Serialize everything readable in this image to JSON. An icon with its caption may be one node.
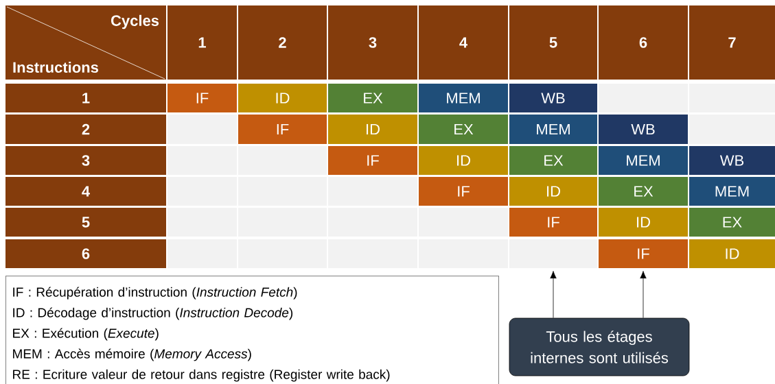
{
  "diagram": {
    "nodes": [
      {
        "text": [],
        "shape": "box"
      },
      {
        "text": [
          "IF"
        ]
      },
      {
        "text": [
          "IF : Récupération d’instruction (*Instruction Fetch*)",
          "ID : Décodage d’instruction (*Instruction Decode*)",
          "EX : Exécution (*Execute*)",
          "MEM : Accès mémoire (*Memory Access*)",
          "RE : Ecriture valeur de retour dans registre (Register write back)"
        ]
      },
      {
        "text": [
          "Tous les étages internes sont utilisés"
        ]
      }
    ],
    "edges": [
      {
        "from": 3,
        "to": 0,
        "arrow": "to"
      },
      {
        "from": 3,
        "to": 1,
        "arrow": "to"
      }
    ],
    "labels": [
      "Cycles",
      "Instructions",
      "1",
      "2",
      "3",
      "4",
      "5",
      "6",
      "7",
      "1",
      "IF",
      "ID",
      "EX",
      "MEM",
      "WB",
      "2",
      "IF",
      "ID",
      "EX",
      "MEM",
      "WB",
      "3",
      "IF",
      "ID",
      "EX",
      "MEM",
      "WB",
      "4",
      "IF",
      "ID",
      "EX",
      "MEM",
      "5",
      "IF",
      "ID",
      "EX",
      "6",
      "ID"
    ]
  }
}
